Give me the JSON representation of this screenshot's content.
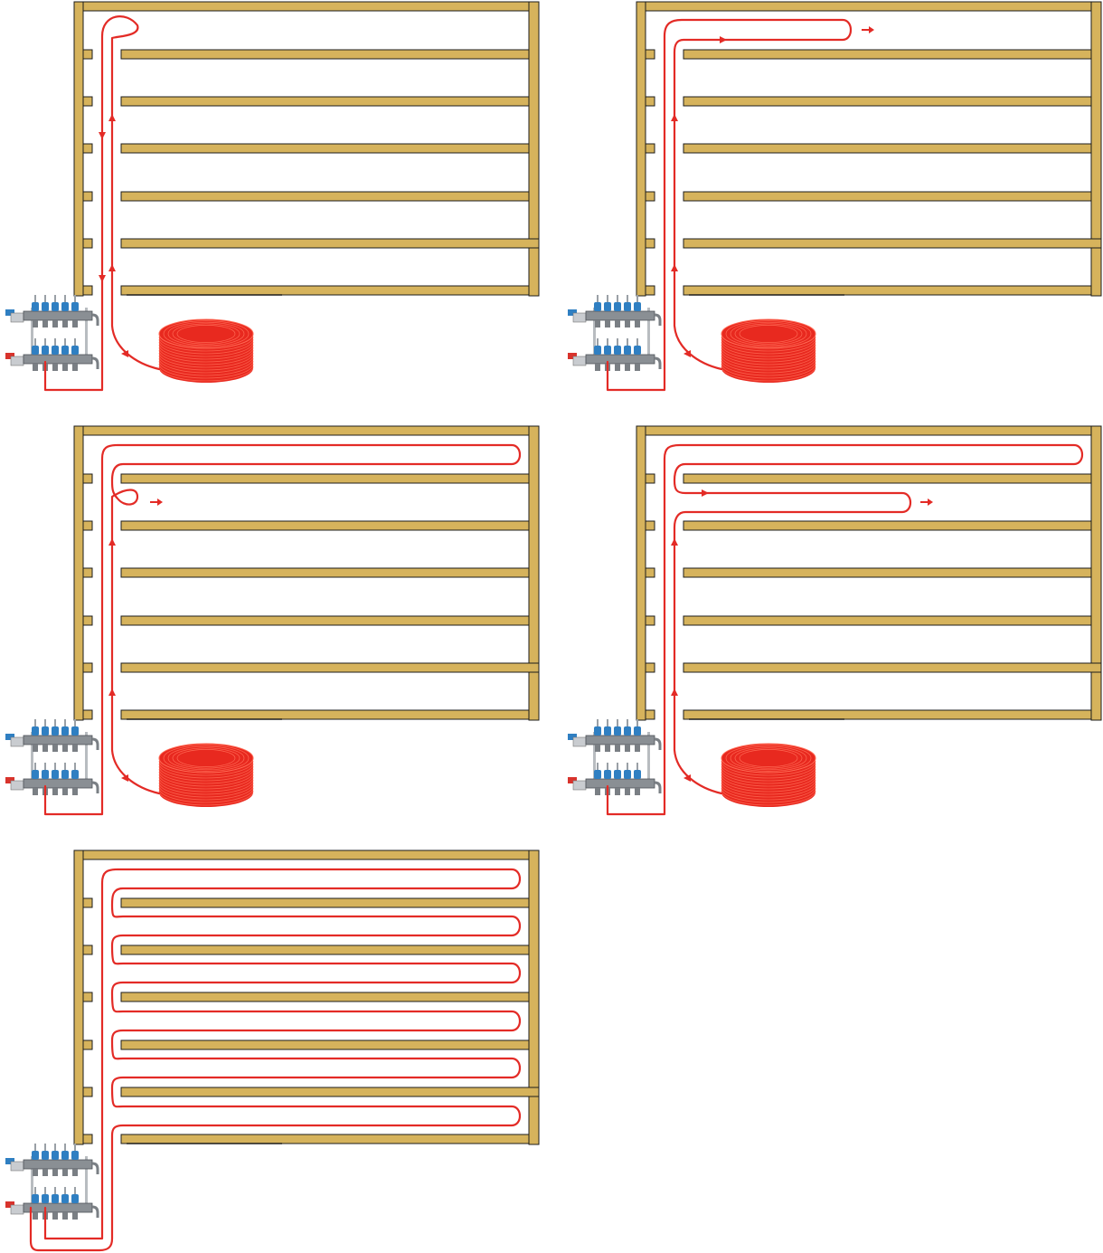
{
  "colors": {
    "wood": "#d6b35c",
    "wood_edge": "#1c1c1c",
    "pipe": "#e32b26",
    "pipe_light": "#f25a4f",
    "coil": "#e8291f",
    "coil_ring": "#ff6a55",
    "manifold_bar": "#8a8f94",
    "manifold_dark": "#4d5257",
    "valve_blue": "#2f7fc2",
    "valve_red": "#d8332c",
    "background": "#ffffff"
  },
  "icons": {
    "manifold": "manifold-icon",
    "coil": "pipe-coil-icon",
    "flow_arrow": "flow-arrow-icon",
    "direction_arrow": "direction-arrow-icon"
  },
  "steps": [
    {
      "id": "step-1",
      "stage": "descend",
      "has_coil": true,
      "loops_completed": 0
    },
    {
      "id": "step-2",
      "stage": "first-run-out",
      "has_coil": true,
      "loops_completed": 0
    },
    {
      "id": "step-3",
      "stage": "first-loop-return",
      "has_coil": true,
      "loops_completed": 1
    },
    {
      "id": "step-4",
      "stage": "second-run-out",
      "has_coil": true,
      "loops_completed": 1
    },
    {
      "id": "step-5",
      "stage": "complete-serpentine",
      "has_coil": false,
      "loops_completed": 6
    }
  ]
}
